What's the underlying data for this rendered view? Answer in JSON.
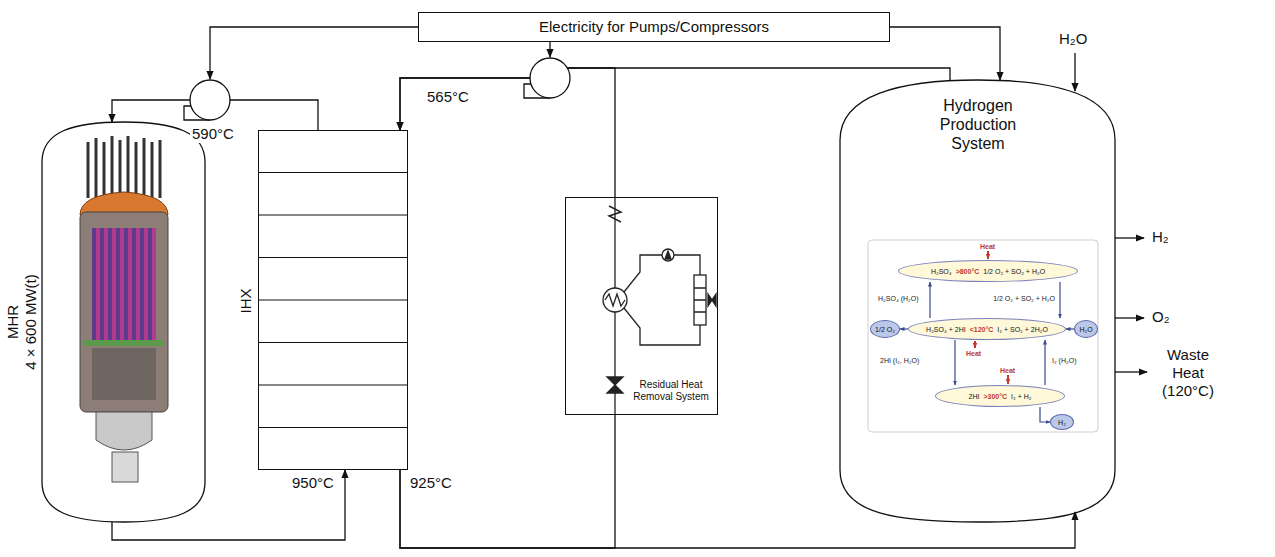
{
  "diagram": {
    "nodes": [
      {
        "text": [
          "Electricity for Pumps/Compressors"
        ]
      },
      {
        "text": [
          "MHR",
          "4 × 600 MW(t)"
        ]
      },
      {
        "text": [
          "IHX"
        ]
      },
      {
        "text": [
          "Residual Heat Removal System"
        ]
      },
      {
        "text": [
          "Hydrogen Production System"
        ]
      },
      {
        "text": [
          "H₂SO₄",
          ">800°C",
          "1/2 O₂ + SO₂ + H₂O"
        ],
        "in": 4
      },
      {
        "text": [
          "1/2 O₂"
        ],
        "in": 4
      },
      {
        "text": [
          "H₂SO₄ + 2HI",
          "<120°C",
          "I₂ + SO₂ + 2H₂O"
        ],
        "in": 4
      },
      {
        "text": [
          "H₂O"
        ],
        "in": 4
      },
      {
        "text": [
          "2HI",
          ">300°C",
          "I₂ + H₂"
        ],
        "in": 4
      },
      {
        "text": [
          "H₂"
        ],
        "in": 4
      }
    ],
    "edges": [
      {
        "from": 1,
        "to": 2,
        "arrow": "to",
        "label": "950°C"
      },
      {
        "from": 2,
        "to": 4,
        "arrow": "to",
        "label": "925°C"
      },
      {
        "from": 4,
        "to": 2,
        "arrow": "to",
        "label": "565°C"
      },
      {
        "from": 2,
        "to": 1,
        "arrow": "to",
        "label": "590°C"
      },
      {
        "from": 0,
        "to": 4,
        "arrow": "to"
      },
      {
        "from": 2,
        "to": 3,
        "arrow": "none"
      },
      {
        "from": 3,
        "to": 2,
        "arrow": "to"
      },
      {
        "from": 7,
        "to": 5,
        "arrow": "to",
        "label": "H₂SO₄ (H₂O)"
      },
      {
        "from": 5,
        "to": 7,
        "arrow": "to",
        "label": "1/2 O₂ + SO₂ + H₂O"
      },
      {
        "from": 7,
        "to": 9,
        "arrow": "to",
        "label": "2HI (I₂, H₂O)"
      },
      {
        "from": 9,
        "to": 7,
        "arrow": "to",
        "label": "I₂ (H₂O)"
      },
      {
        "from": 7,
        "to": 6,
        "arrow": "to"
      },
      {
        "from": 8,
        "to": 7,
        "arrow": "to"
      },
      {
        "from": 9,
        "to": 10,
        "arrow": "to"
      }
    ],
    "labels": [
      "Heat",
      "Heat",
      "Heat",
      "H₂O",
      "H₂",
      "O₂",
      "Waste Heat (120°C)"
    ]
  }
}
